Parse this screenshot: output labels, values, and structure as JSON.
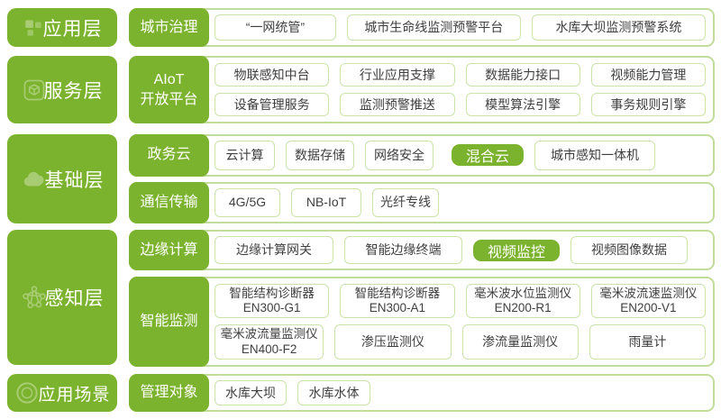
{
  "colors": {
    "green": "#7cb32e",
    "container_border": "#c2dc9b",
    "box_border": "#cbe3a8",
    "box_text": "#3f3f3f"
  },
  "layers": {
    "application": {
      "label": "应用层",
      "icon": "apps-icon"
    },
    "service": {
      "label": "服务层",
      "icon": "cube-icon"
    },
    "foundation": {
      "label": "基础层",
      "icon": "cloud-icon"
    },
    "perception": {
      "label": "感知层",
      "icon": "network-icon"
    },
    "scenario": {
      "label": "应用场景",
      "icon": "target-icon"
    }
  },
  "groups": {
    "city_governance": {
      "label": "城市治理",
      "items": {
        "one_net": "“一网统管”",
        "lifeline": "城市生命线监测预警平台",
        "dam_warning": "水库大坝监测预警系统"
      }
    },
    "aiot_platform": {
      "label": "AIoT\n开放平台",
      "row1": {
        "iot_hub": "物联感知中台",
        "industry_support": "行业应用支撑",
        "data_api": "数据能力接口",
        "video_capability": "视频能力管理"
      },
      "row2": {
        "device_mgmt": "设备管理服务",
        "alert_push": "监测预警推送",
        "model_engine": "模型算法引擎",
        "rule_engine": "事务规则引擎"
      }
    },
    "gov_cloud": {
      "label": "政务云",
      "items": {
        "cloud_computing": "云计算",
        "data_storage": "数据存储",
        "network_security": "网络安全"
      },
      "highlight": "混合云",
      "after": {
        "city_aio": "城市感知一体机"
      }
    },
    "comm": {
      "label": "通信传输",
      "items": {
        "g45": "4G/5G",
        "nbiot": "NB-IoT",
        "fiber": "光纤专线"
      }
    },
    "edge": {
      "label": "边缘计算",
      "items": {
        "gateway": "边缘计算网关",
        "terminal": "智能边缘终端"
      },
      "highlight": "视频监控",
      "after": {
        "video_data": "视频图像数据"
      }
    },
    "monitoring": {
      "label": "智能监测",
      "row1": {
        "b1": "智能结构诊断器\nEN300-G1",
        "b2": "智能结构诊断器\nEN300-A1",
        "b3": "毫米波水位监测仪\nEN200-R1",
        "b4": "毫米波流速监测仪\nEN200-V1"
      },
      "row2": {
        "b5": "毫米波流量监测仪\nEN400-F2",
        "b6": "渗压监测仪",
        "b7": "渗流量监测仪",
        "b8": "雨量计"
      }
    },
    "mgmt_objects": {
      "label": "管理对象",
      "items": {
        "dam": "水库大坝",
        "water_body": "水库水体"
      }
    }
  }
}
